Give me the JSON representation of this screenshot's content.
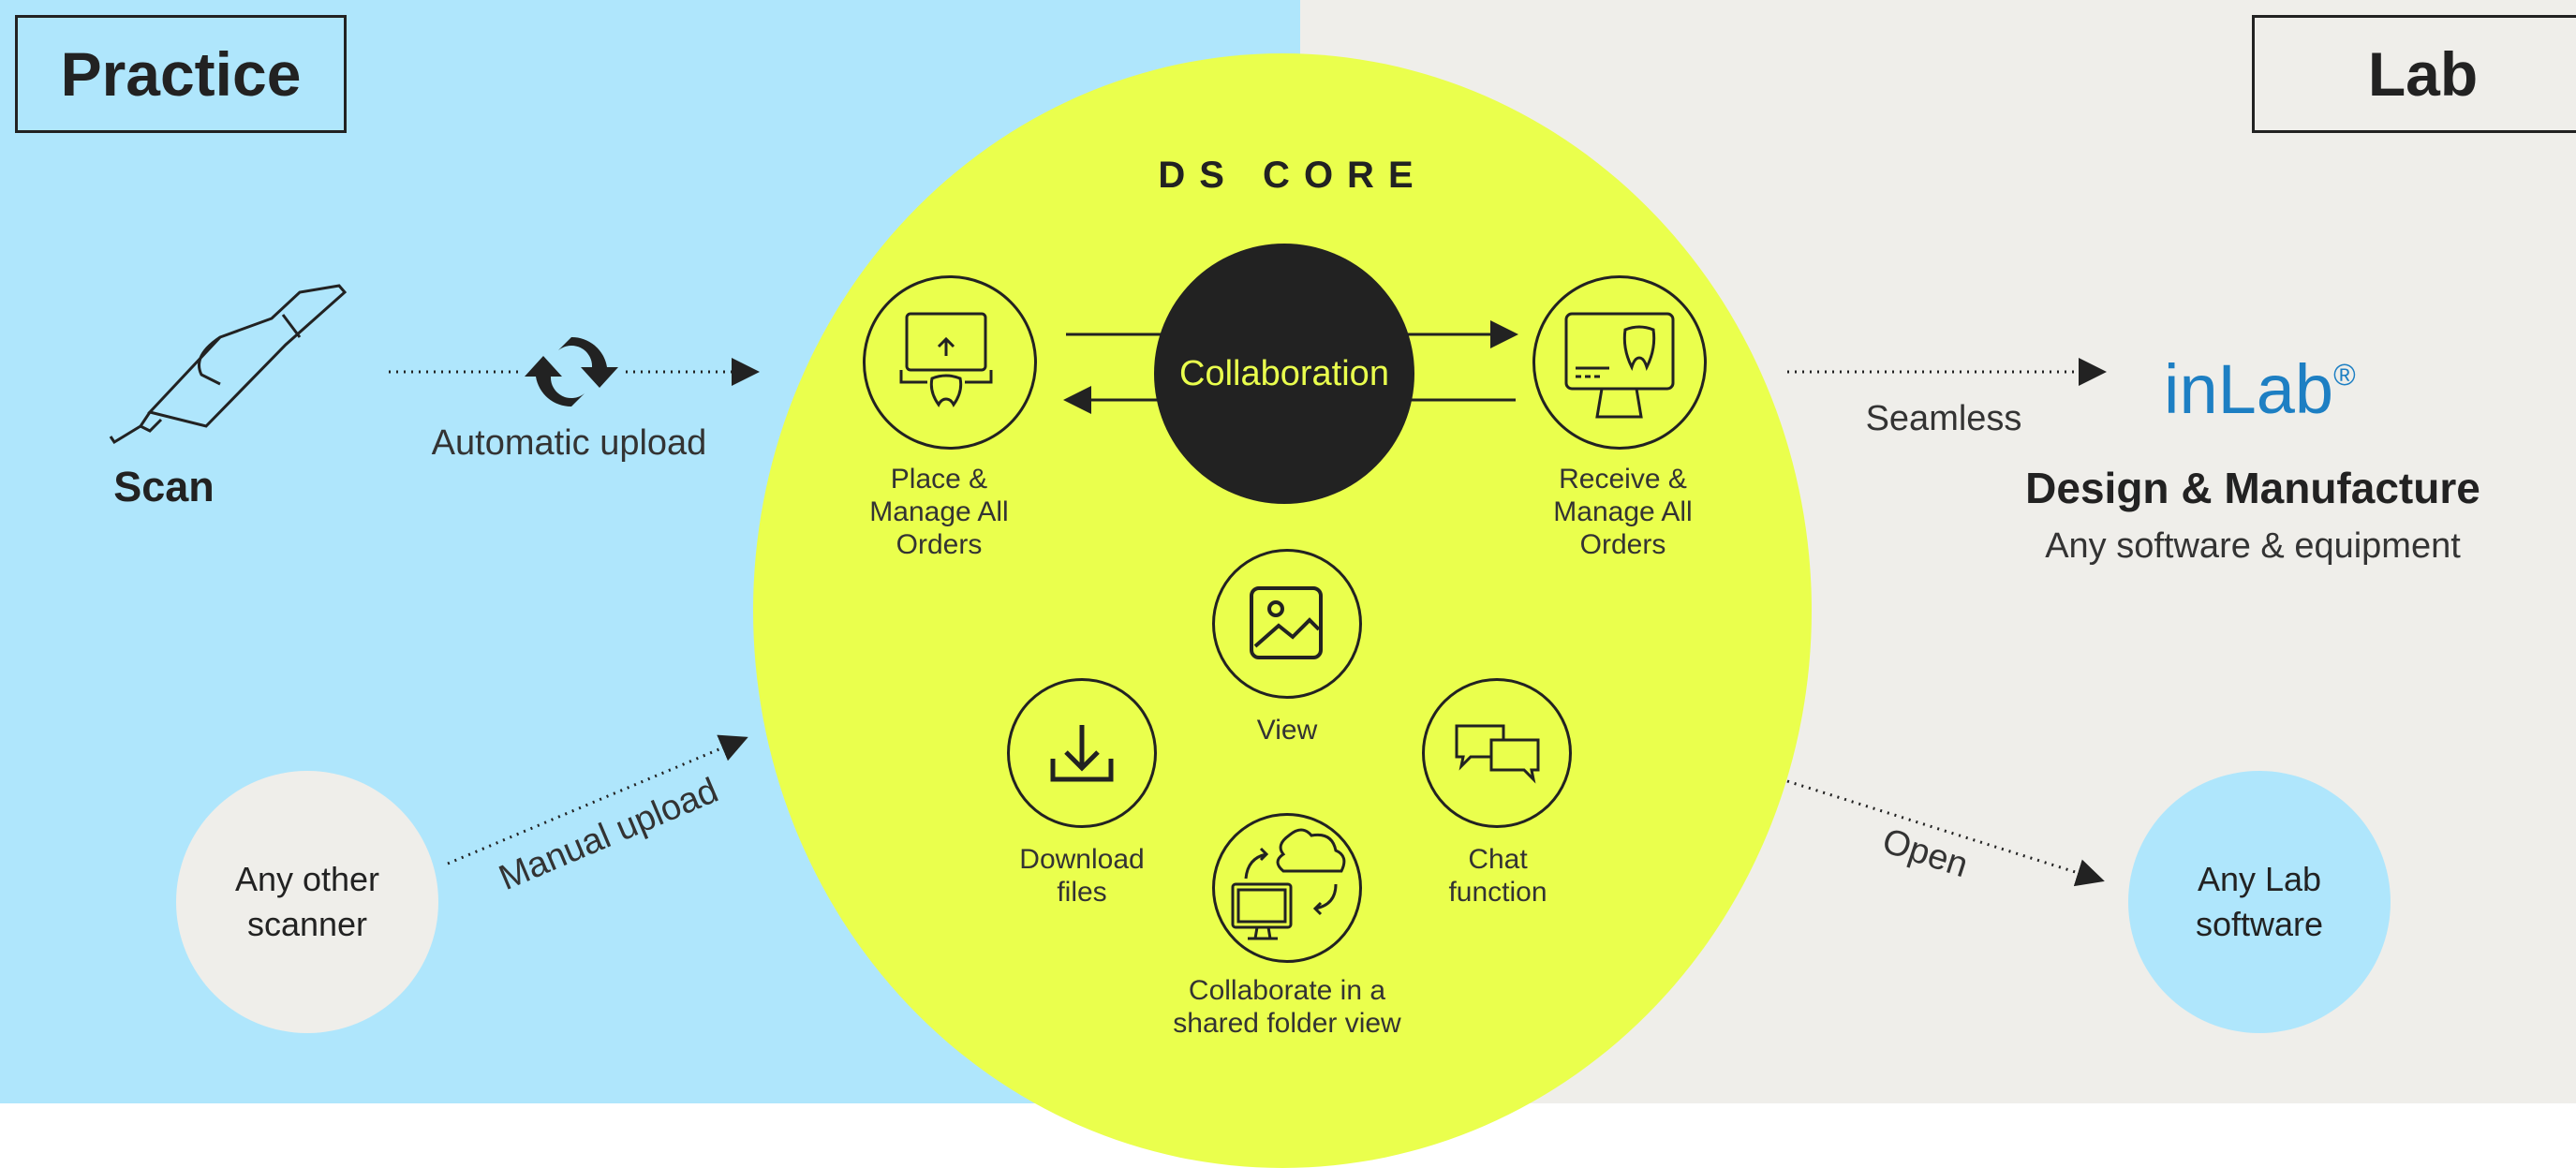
{
  "practice": {
    "title": "Practice",
    "scan_label": "Scan",
    "automatic_upload": "Automatic upload",
    "manual_upload": "Manual upload",
    "other_scanner": [
      "Any other",
      "scanner"
    ]
  },
  "core": {
    "title": "DS CORE",
    "collaboration": "Collaboration",
    "place_orders": [
      "Place &",
      "Manage All",
      "Orders"
    ],
    "receive_orders": [
      "Receive &",
      "Manage All",
      "Orders"
    ],
    "view": "View",
    "download": [
      "Download",
      "files"
    ],
    "chat": [
      "Chat",
      "function"
    ],
    "shared_folder": [
      "Collaborate in a",
      "shared folder view"
    ]
  },
  "lab": {
    "title": "Lab",
    "seamless": "Seamless",
    "inlab_logo": "inLab",
    "inlab_reg": "®",
    "design_title": "Design & Manufacture",
    "design_sub": "Any software & equipment",
    "open": "Open",
    "lab_software": [
      "Any Lab",
      "software"
    ]
  },
  "colors": {
    "practice_bg": "#afe6fc",
    "lab_bg": "#efeeea",
    "core_bg": "#eaff4d",
    "collab_bg": "#222222",
    "inlab_blue": "#1d7fc3"
  }
}
